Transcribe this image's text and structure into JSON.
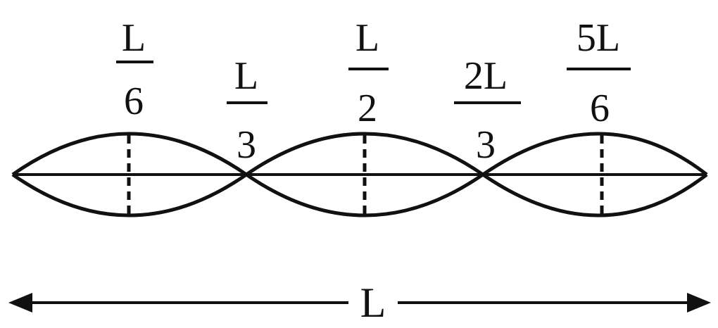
{
  "diagram": {
    "labels": [
      {
        "num": "L",
        "den": "6"
      },
      {
        "num": "L",
        "den": "3"
      },
      {
        "num": "L",
        "den": "2"
      },
      {
        "num": "2L",
        "den": "3"
      },
      {
        "num": "5L",
        "den": "6"
      }
    ],
    "span_label": "L",
    "colors": {
      "ink": "#111111",
      "background": "#ffffff"
    }
  }
}
